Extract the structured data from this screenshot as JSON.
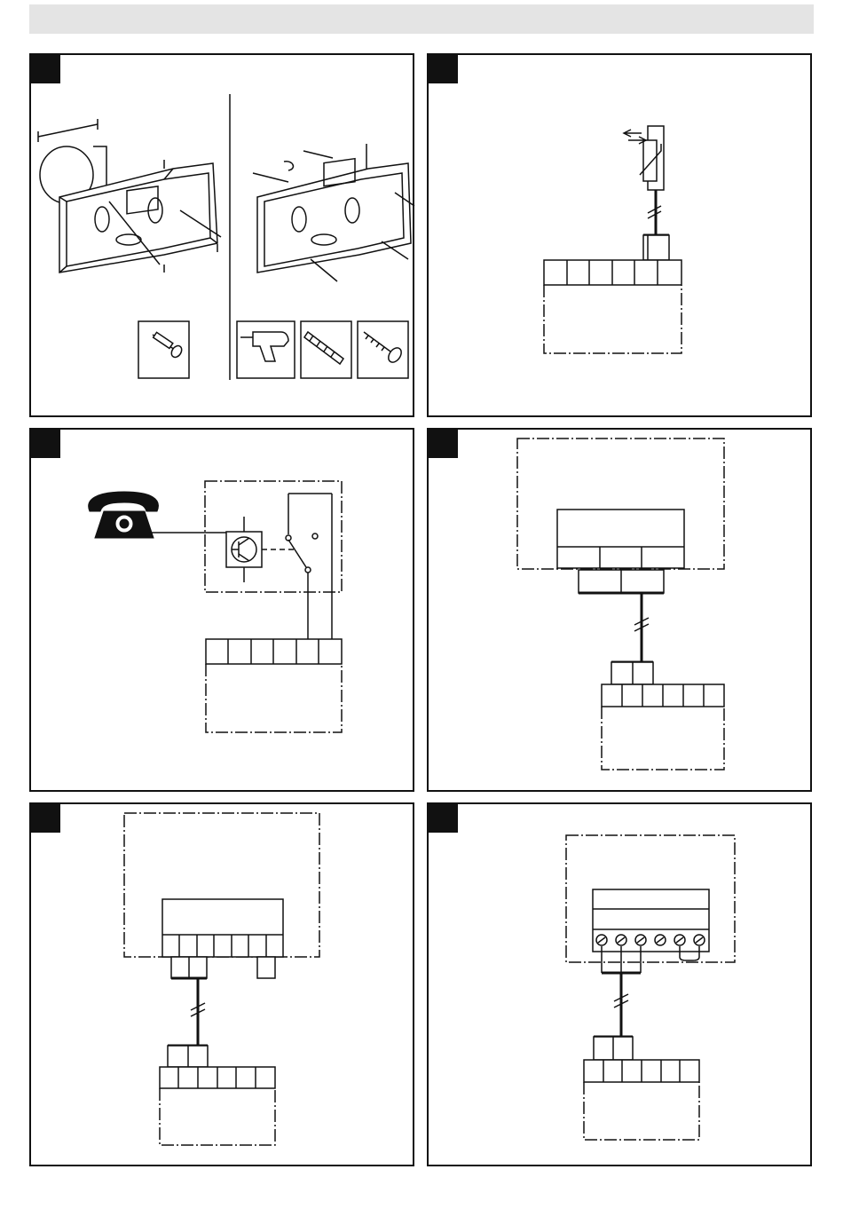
{
  "header": {
    "color": "#e4e4e4"
  },
  "panels": [
    {
      "id": 1,
      "content": "wall-box-mounting-and-screw-fixing",
      "icons": [
        "screw-icon",
        "drill-icon",
        "wall-plug-icon",
        "wood-screw-icon"
      ]
    },
    {
      "id": 2,
      "content": "sensor-wiring-to-terminal-block",
      "icons": [
        "thermistor-icon"
      ]
    },
    {
      "id": 3,
      "content": "telephone-remote-contact-wiring",
      "icons": [
        "telephone-icon",
        "transistor-icon",
        "switch-icon"
      ]
    },
    {
      "id": 4,
      "content": "two-wire-connection-to-device"
    },
    {
      "id": 5,
      "content": "two-wire-connection-to-device-with-extra-terminal"
    },
    {
      "id": 6,
      "content": "two-wire-connection-to-screw-terminal-device"
    }
  ]
}
